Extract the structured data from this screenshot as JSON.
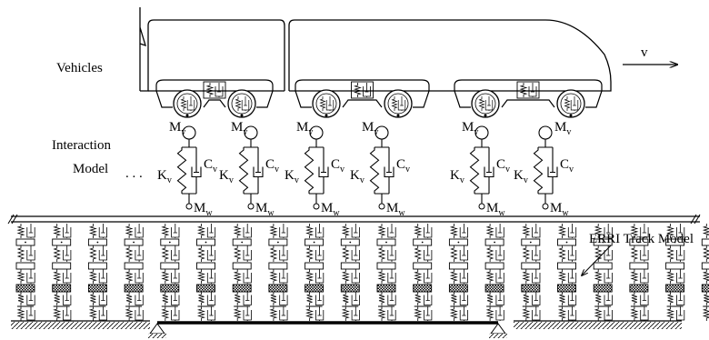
{
  "labels": {
    "vehicles": "Vehicles",
    "velocity": "v",
    "interaction_line1": "Interaction",
    "interaction_line2": "Model",
    "track_model": "ERRI Track Model",
    "ellipsis": ". . ."
  },
  "symbols": {
    "vehicle_mass": "M",
    "vehicle_mass_sub": "v",
    "wheel_mass": "M",
    "wheel_mass_sub": "w",
    "stiffness": "K",
    "stiffness_sub": "v",
    "damping": "C",
    "damping_sub": "v"
  },
  "interaction_units": [
    {
      "id": "u1",
      "k_label": "K",
      "k_sub": "v",
      "c_label": "C",
      "c_sub": "v",
      "mv": "M",
      "mv_sub": "v",
      "mw": "M",
      "mw_sub": "w",
      "mv_side": "left"
    },
    {
      "id": "u2",
      "k_label": "K",
      "k_sub": "v",
      "c_label": "C",
      "c_sub": "v",
      "mv": "M",
      "mv_sub": "v",
      "mw": "M",
      "mw_sub": "w",
      "mv_side": "left"
    },
    {
      "id": "u3",
      "k_label": "K",
      "k_sub": "v",
      "c_label": "C",
      "c_sub": "v",
      "mv": "M",
      "mv_sub": "v",
      "mw": "M",
      "mw_sub": "w",
      "mv_side": "left"
    },
    {
      "id": "u4",
      "k_label": "K",
      "k_sub": "v",
      "c_label": "C",
      "c_sub": "v",
      "mv": "M",
      "mv_sub": "v",
      "mw": "M",
      "mw_sub": "w",
      "mv_side": "left"
    },
    {
      "id": "u5",
      "k_label": "K",
      "k_sub": "v",
      "c_label": "C",
      "c_sub": "v",
      "mv": "M",
      "mv_sub": "v",
      "mw": "M",
      "mw_sub": "w",
      "mv_side": "left"
    },
    {
      "id": "u6",
      "k_label": "K",
      "k_sub": "v",
      "c_label": "C",
      "c_sub": "v",
      "mv": "M",
      "mv_sub": "v",
      "mw": "M",
      "mw_sub": "w",
      "mv_side": "right"
    }
  ],
  "track": {
    "support_count": 20
  }
}
